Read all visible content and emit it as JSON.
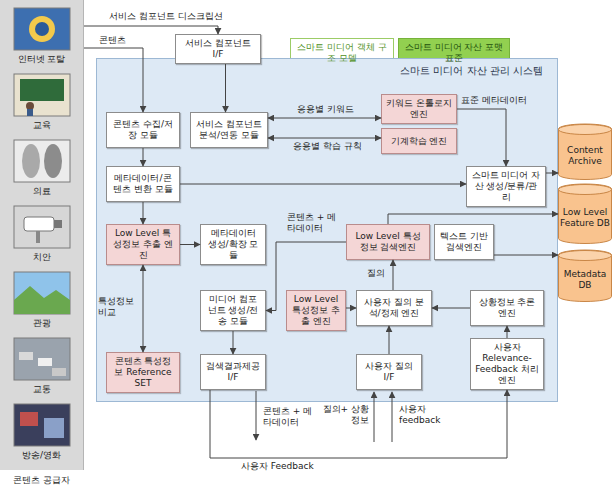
{
  "diagram": {
    "nodes": [
      {
        "text": [
          "인터넷 포탈",
          "교육",
          "의료",
          "치안",
          "관광",
          "교통",
          "방송/영화",
          "콘텐츠 공급자"
        ]
      },
      {
        "text": [
          "스마트 미디어 객체 구조 모델"
        ]
      },
      {
        "text": [
          "스마트 미디어 자산 포맷 표준"
        ]
      },
      {
        "text": [
          "스마트 미디어 자산 관리 시스템"
        ]
      },
      {
        "text": [
          "서비스 컴포넌트 I/F"
        ],
        "in": 3
      },
      {
        "text": [
          "콘텐츠 수집/저장 모듈"
        ],
        "in": 3
      },
      {
        "text": [
          "서비스 컴포넌트 분석/연동 모듈"
        ],
        "in": 3
      },
      {
        "text": [
          "키워드 온톨로지 엔진"
        ],
        "in": 3
      },
      {
        "text": [
          "기계학습 엔진"
        ],
        "in": 3
      },
      {
        "text": [
          "메타데이터/콘텐츠 변환 모듈"
        ],
        "in": 3
      },
      {
        "text": [
          "스마트 미디어 자산 생성/분류/관리"
        ],
        "in": 3
      },
      {
        "text": [
          "Low Level 특성정보 추출 엔진"
        ],
        "in": 3
      },
      {
        "text": [
          "메타데이터 생성/확장 모듈"
        ],
        "in": 3
      },
      {
        "text": [
          "Low Level 특성정보 검색엔진"
        ],
        "in": 3
      },
      {
        "text": [
          "텍스트 기반 검색엔진"
        ],
        "in": 3
      },
      {
        "text": [
          "미디어 컴포넌트 생성/전송 모듈"
        ],
        "in": 3
      },
      {
        "text": [
          "Low Level 특성정보 추출 엔진"
        ],
        "in": 3
      },
      {
        "text": [
          "사용자 질의 분석/정제 엔진"
        ],
        "in": 3
      },
      {
        "text": [
          "상황정보 추론엔진"
        ],
        "in": 3
      },
      {
        "text": [
          "콘텐츠 특성정보 Reference SET"
        ],
        "in": 3
      },
      {
        "text": [
          "검색결과제공 I/F"
        ],
        "in": 3
      },
      {
        "text": [
          "사용자 질의 I/F"
        ],
        "in": 3
      },
      {
        "text": [
          "사용자 Relevance-Feedback 처리엔진"
        ],
        "in": 3
      },
      {
        "text": [
          "Content Archive"
        ]
      },
      {
        "text": [
          "Low Level Feature DB"
        ]
      },
      {
        "text": [
          "Metadata DB"
        ]
      }
    ],
    "edges": [
      {
        "from": 0,
        "to": 4,
        "label": "서비스 컴포넌트 디스크립션",
        "arrow": "to"
      },
      {
        "from": 0,
        "to": 5,
        "label": "콘텐츠",
        "arrow": "to"
      },
      {
        "from": 4,
        "to": 6,
        "arrow": "to"
      },
      {
        "from": 6,
        "to": 7,
        "label": "응용별 키워드",
        "arrow": "both"
      },
      {
        "from": 6,
        "to": 8,
        "label": "응용별 학습 규칙",
        "arrow": "both"
      },
      {
        "from": 7,
        "to": 10,
        "label": "표준 메타데이터",
        "arrow": "to"
      },
      {
        "from": 5,
        "to": 9,
        "arrow": "to"
      },
      {
        "from": 9,
        "to": 10,
        "arrow": "to"
      },
      {
        "from": 9,
        "to": 11,
        "arrow": "to"
      },
      {
        "from": 11,
        "to": 12,
        "arrow": "to"
      },
      {
        "from": 11,
        "to": 19,
        "label": "특성정보 비교",
        "arrow": "both"
      },
      {
        "from": 10,
        "to": 23,
        "arrow": "to"
      },
      {
        "from": 13,
        "to": 24,
        "arrow": "to"
      },
      {
        "from": 14,
        "to": 25,
        "arrow": "to"
      },
      {
        "from": 13,
        "to": 15,
        "label": "콘텐츠 + 메타데이터",
        "arrow": "to"
      },
      {
        "from": 17,
        "to": 13,
        "label": "질의",
        "arrow": "to"
      },
      {
        "from": 16,
        "to": 17,
        "arrow": "to"
      },
      {
        "from": 18,
        "to": 17,
        "arrow": "to"
      },
      {
        "from": 22,
        "to": 18,
        "arrow": "to"
      },
      {
        "from": 21,
        "to": 17,
        "arrow": "to"
      },
      {
        "from": 15,
        "to": 20,
        "arrow": "to"
      },
      {
        "from": 20,
        "to": 22,
        "label": "사용자 Feedback",
        "arrow": "to"
      }
    ],
    "labels": [
      "콘텐츠 + 메타데이터",
      "질의+ 상황 정보",
      "사용자 feedback"
    ]
  }
}
